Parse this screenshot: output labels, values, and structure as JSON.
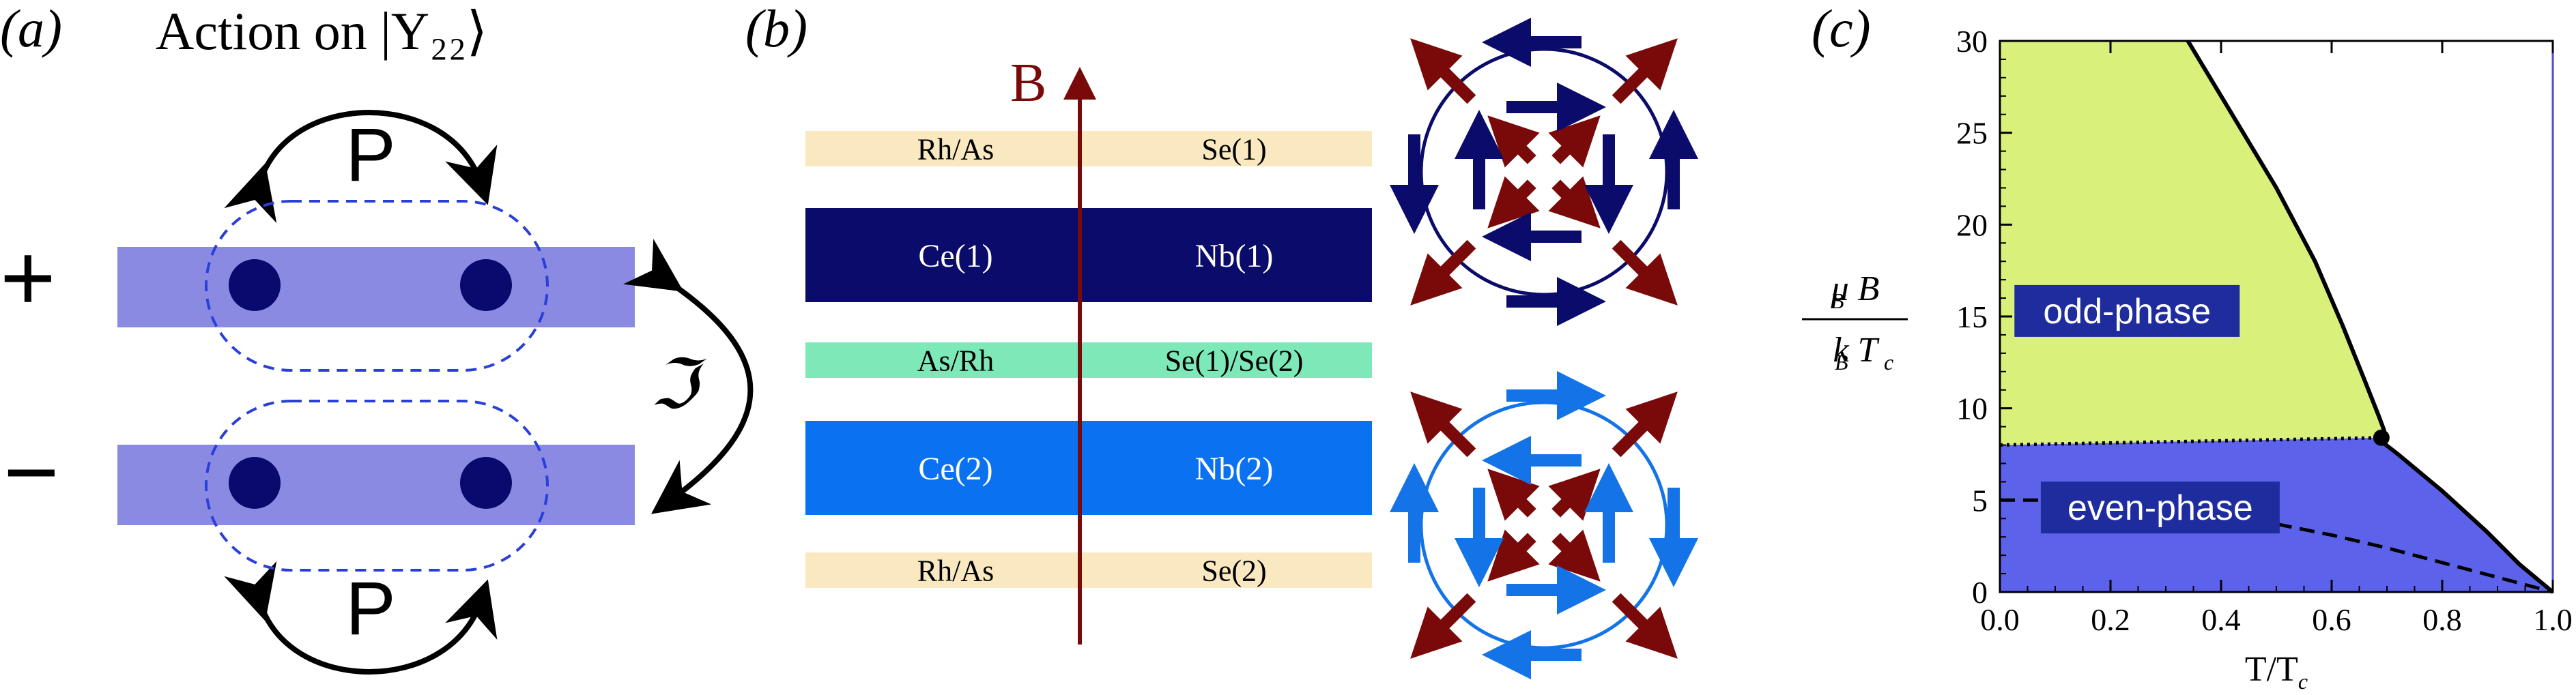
{
  "panel_a": {
    "label": "(a)",
    "title": "Action on |Υ₂₂⟩",
    "parity_label_top": "P",
    "parity_label_bottom": "P",
    "sign_plus": "+",
    "sign_minus": "−",
    "operator_label": "ℑ",
    "colors": {
      "bar": "#8a8ae3",
      "dot": "#0a0a6e",
      "dashed": "#2a3fd8",
      "arrow": "#000000"
    }
  },
  "panel_b": {
    "label": "(b)",
    "field_label": "B",
    "layers": [
      {
        "left": "Rh/As",
        "right": "Se(1)",
        "color": "#f9e8c0",
        "text_color": "#000000"
      },
      {
        "left": "Ce(1)",
        "right": "Nb(1)",
        "color": "#0b0b6b",
        "text_color": "#ffffff"
      },
      {
        "left": "As/Rh",
        "right": "Se(1)/Se(2)",
        "color": "#7de8b8",
        "text_color": "#000000"
      },
      {
        "left": "Ce(2)",
        "right": "Nb(2)",
        "color": "#0a72f0",
        "text_color": "#ffffff"
      },
      {
        "left": "Rh/As",
        "right": "Se(2)",
        "color": "#f9e8c0",
        "text_color": "#000000"
      }
    ],
    "colors": {
      "field": "#7a0a0a",
      "spin_upper": "#0b0b6b",
      "spin_lower": "#1473e6",
      "radial": "#7a0a0a"
    }
  },
  "panel_c": {
    "label": "(c)",
    "chart_data": {
      "type": "area",
      "x_label": "T/T",
      "x_label_sub": "c",
      "y_label_top": "μ B",
      "y_label_top_sub": "B",
      "y_label_bottom": "k T",
      "y_label_bottom_sub_k": "B",
      "y_label_bottom_sub_t": "c",
      "xlim": [
        0,
        1
      ],
      "ylim": [
        0,
        30
      ],
      "x_ticks": [
        {
          "v": 0.0,
          "label": "0.0"
        },
        {
          "v": 0.2,
          "label": "0.2"
        },
        {
          "v": 0.4,
          "label": "0.4"
        },
        {
          "v": 0.6,
          "label": "0.6"
        },
        {
          "v": 0.8,
          "label": "0.8"
        },
        {
          "v": 1.0,
          "label": "1.0"
        }
      ],
      "y_ticks": [
        {
          "v": 0,
          "label": "0"
        },
        {
          "v": 5,
          "label": "5"
        },
        {
          "v": 10,
          "label": "10"
        },
        {
          "v": 15,
          "label": "15"
        },
        {
          "v": 20,
          "label": "20"
        },
        {
          "v": 25,
          "label": "25"
        },
        {
          "v": 30,
          "label": "30"
        }
      ],
      "regions": [
        {
          "name": "odd-phase",
          "label": "odd-phase",
          "color": "#d9f07a",
          "label_x": 0.23,
          "label_y": 15.3
        },
        {
          "name": "even-phase",
          "label": "even-phase",
          "color": "#5c63ea",
          "label_x": 0.29,
          "label_y": 4.6
        }
      ],
      "upper_boundary": [
        [
          0.34,
          30
        ],
        [
          0.42,
          26
        ],
        [
          0.5,
          22
        ],
        [
          0.57,
          18
        ],
        [
          0.62,
          14.5
        ],
        [
          0.66,
          11.5
        ],
        [
          0.685,
          9.6
        ],
        [
          0.695,
          8.8
        ],
        [
          0.69,
          8.2
        ],
        [
          0.72,
          7.5
        ],
        [
          0.8,
          5.5
        ],
        [
          0.88,
          3.3
        ],
        [
          0.94,
          1.5
        ],
        [
          1.0,
          0
        ]
      ],
      "dotted_boundary": [
        [
          0,
          8.0
        ],
        [
          0.69,
          8.4
        ]
      ],
      "dashed_curve": [
        [
          0,
          5.0
        ],
        [
          0.1,
          5.0
        ],
        [
          0.2,
          4.85
        ],
        [
          0.3,
          4.6
        ],
        [
          0.4,
          4.2
        ],
        [
          0.5,
          3.7
        ],
        [
          0.6,
          3.1
        ],
        [
          0.7,
          2.4
        ],
        [
          0.8,
          1.6
        ],
        [
          0.9,
          0.8
        ],
        [
          1.0,
          0
        ]
      ],
      "critical_point": [
        0.69,
        8.4
      ],
      "label_box_color": "#1e2c9e"
    }
  }
}
